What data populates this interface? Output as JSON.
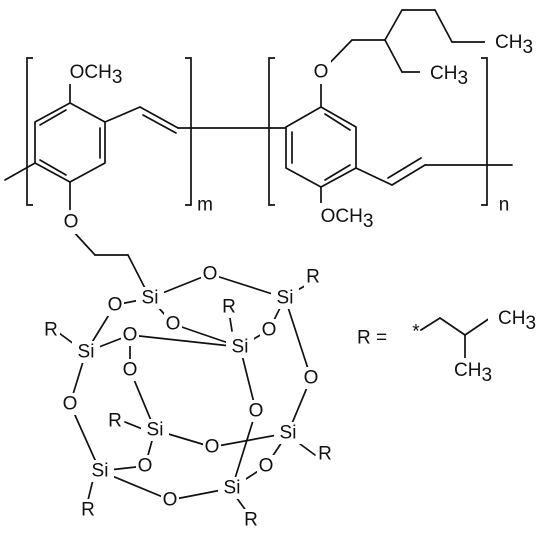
{
  "figure": {
    "methoxy_top": "OCH",
    "methoxy_top_sub": "3",
    "methoxy_bottom": "OCH",
    "methoxy_bottom_sub": "3",
    "ether_oxygen_left": "O",
    "ether_oxygen_right": "O",
    "terminal_methyl": "CH",
    "terminal_methyl_sub": "3",
    "ethyl_methyl": "CH",
    "ethyl_methyl_sub": "3",
    "repeat_m": "m",
    "repeat_n": "n",
    "cage_silicon": "Si",
    "cage_oxygen": "O",
    "cage_substituent": "R",
    "r_definition_lhs": "R =",
    "r_attach_marker": "*",
    "isobutyl_methyl_1": "CH",
    "isobutyl_methyl_1_sub": "3",
    "isobutyl_methyl_2": "CH",
    "isobutyl_methyl_2_sub": "3"
  }
}
